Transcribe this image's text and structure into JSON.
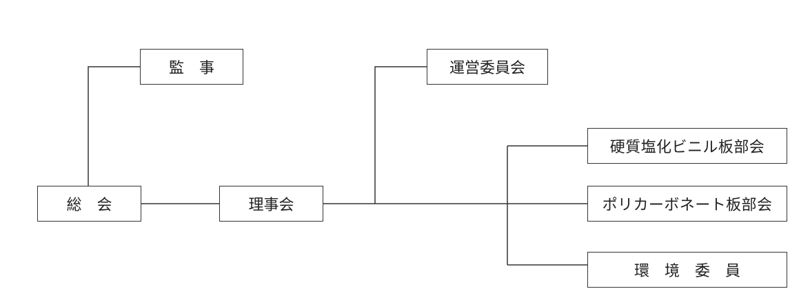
{
  "nodes": {
    "general_assembly": "総　会",
    "auditor": "監　事",
    "board": "理事会",
    "steering_committee": "運営委員会",
    "pvc_section": "硬質塩化ビニル板部会",
    "polycarbonate_section": "ポリカーボネート板部会",
    "environment_committee": "環　境　委　員"
  },
  "colors": {
    "line": "#333333",
    "box_border": "#333333",
    "text": "#222222"
  }
}
